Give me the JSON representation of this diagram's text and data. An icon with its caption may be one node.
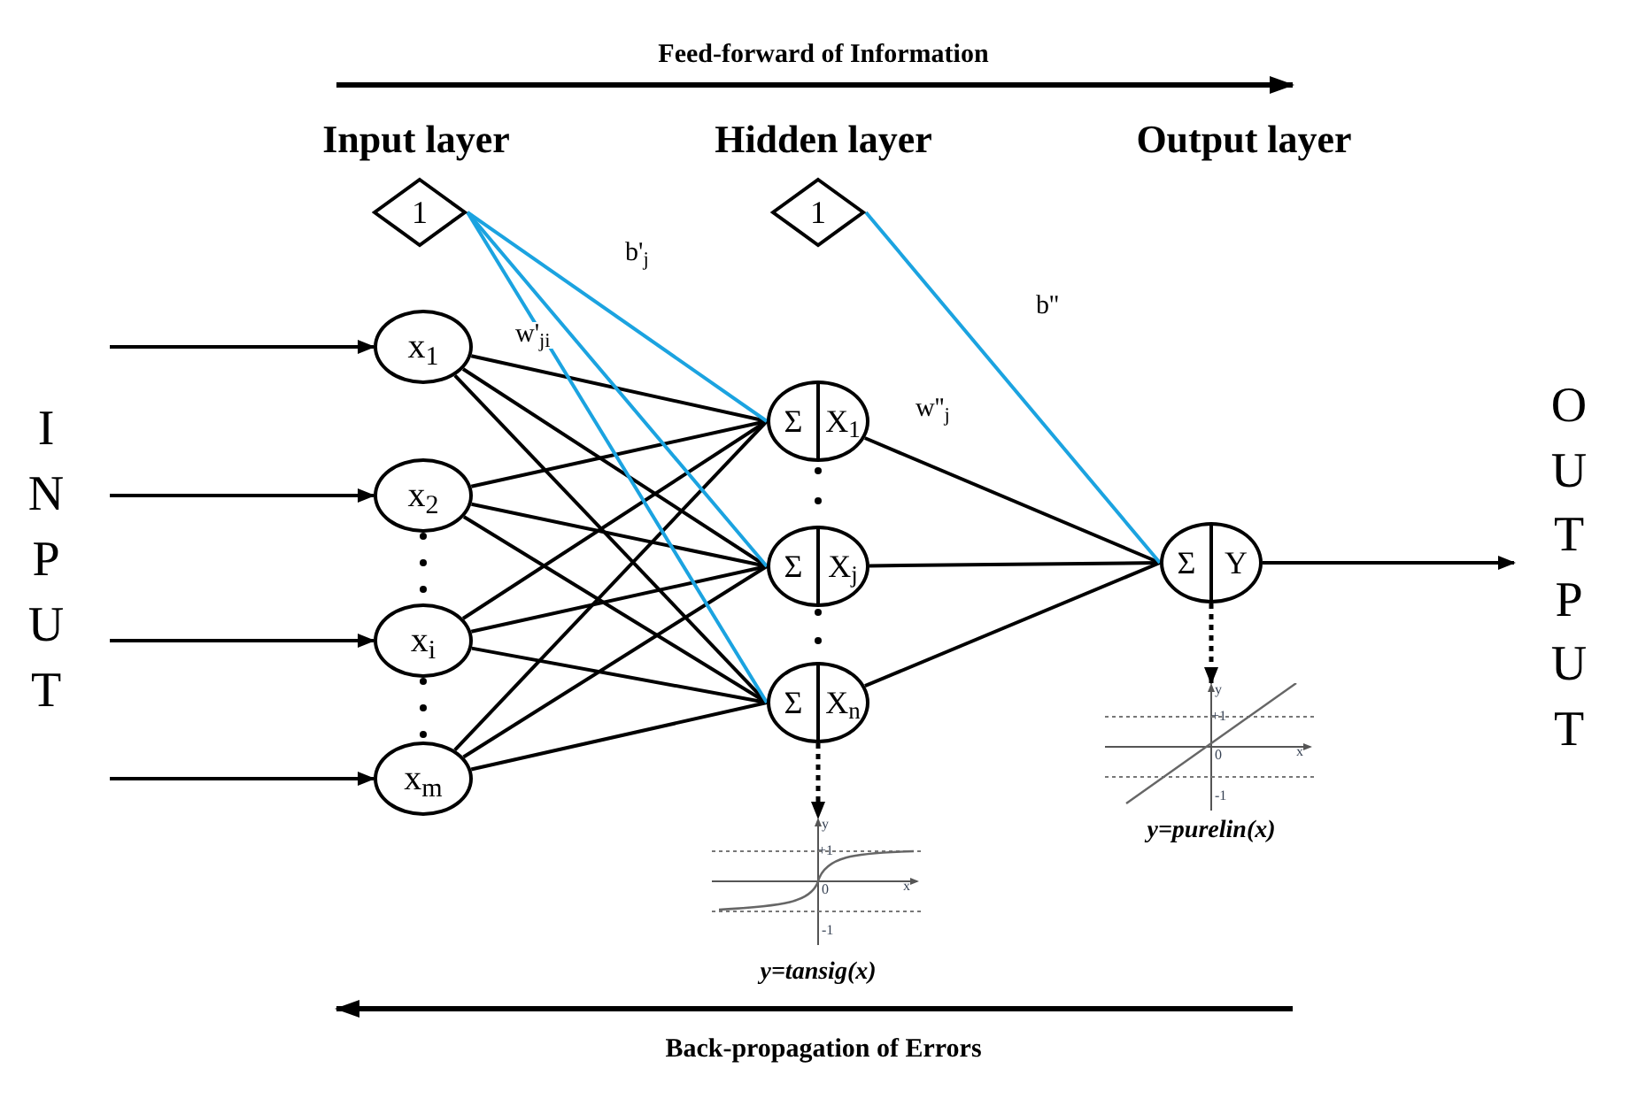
{
  "diagram": {
    "nodes": [
      {
        "text": [
          "1"
        ]
      },
      {
        "text": [
          "x$_{1}$"
        ]
      },
      {
        "text": [
          "x$_{2}$"
        ]
      },
      {
        "text": [
          "x$_{i}$"
        ]
      },
      {
        "text": [
          "x$_{m}$"
        ]
      },
      {
        "text": [
          "Σ",
          "X$_{1}$"
        ]
      },
      {
        "text": [
          "Σ",
          "X$_{j}$"
        ]
      },
      {
        "text": [
          "Σ",
          "X$_{n}$"
        ]
      },
      {
        "text": [
          "1"
        ]
      },
      {
        "text": [
          "Σ",
          "Y"
        ]
      },
      {
        "text": [
          "y",
          "+1",
          "0",
          "x",
          "-1",
          "y=tansig(x)"
        ]
      },
      {
        "text": [
          "y",
          "+1",
          "0",
          "x",
          "-1",
          "y=purelin(x)"
        ]
      }
    ],
    "edges": [
      {
        "from": null,
        "to": 1,
        "arrow": "to"
      },
      {
        "from": null,
        "to": 2,
        "arrow": "to"
      },
      {
        "from": null,
        "to": 3,
        "arrow": "to"
      },
      {
        "from": null,
        "to": 4,
        "arrow": "to"
      },
      {
        "from": 1,
        "to": 5,
        "arrow": "none",
        "label": "w'$_{ji}$"
      },
      {
        "from": 1,
        "to": 6,
        "arrow": "none"
      },
      {
        "from": 1,
        "to": 7,
        "arrow": "none"
      },
      {
        "from": 2,
        "to": 5,
        "arrow": "none"
      },
      {
        "from": 2,
        "to": 6,
        "arrow": "none"
      },
      {
        "from": 2,
        "to": 7,
        "arrow": "none"
      },
      {
        "from": 3,
        "to": 5,
        "arrow": "none"
      },
      {
        "from": 3,
        "to": 6,
        "arrow": "none"
      },
      {
        "from": 3,
        "to": 7,
        "arrow": "none"
      },
      {
        "from": 4,
        "to": 5,
        "arrow": "none"
      },
      {
        "from": 4,
        "to": 6,
        "arrow": "none"
      },
      {
        "from": 4,
        "to": 7,
        "arrow": "none"
      },
      {
        "from": 0,
        "to": 5,
        "arrow": "none",
        "color": "#1ba3e0",
        "label": "b'$_{j}$"
      },
      {
        "from": 0,
        "to": 6,
        "arrow": "none",
        "color": "#1ba3e0"
      },
      {
        "from": 0,
        "to": 7,
        "arrow": "none",
        "color": "#1ba3e0"
      },
      {
        "from": 5,
        "to": 9,
        "arrow": "none",
        "label": "w''$_{j}$"
      },
      {
        "from": 6,
        "to": 9,
        "arrow": "none"
      },
      {
        "from": 7,
        "to": 9,
        "arrow": "none"
      },
      {
        "from": 8,
        "to": 9,
        "arrow": "none",
        "color": "#1ba3e0",
        "label": "b''"
      },
      {
        "from": 9,
        "to": null,
        "arrow": "to"
      },
      {
        "from": 7,
        "to": 10,
        "arrow": "to",
        "style": "dashed"
      },
      {
        "from": 9,
        "to": 11,
        "arrow": "to",
        "style": "dashed"
      }
    ],
    "labels": [
      "Feed-forward of Information",
      "Input layer",
      "Hidden layer",
      "Output layer",
      "INPUT",
      "OUTPUT",
      "Back-propagation of Errors"
    ]
  }
}
